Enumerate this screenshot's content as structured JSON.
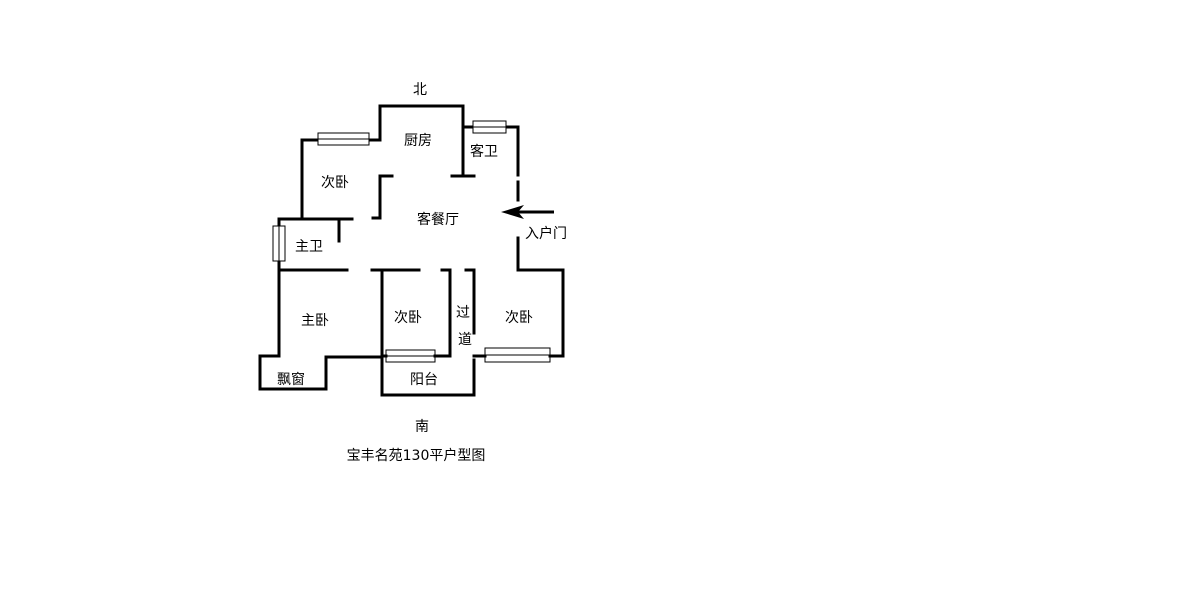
{
  "compass": {
    "north": "北",
    "south": "南"
  },
  "rooms": {
    "kitchen": "厨房",
    "guest_bath": "客卫",
    "bedroom_nw": "次卧",
    "living_dining": "客餐厅",
    "master_bath": "主卫",
    "master_bedroom": "主卧",
    "bay_window": "飘窗",
    "bedroom_south_mid": "次卧",
    "corridor_top": "过",
    "corridor_bottom": "道",
    "bedroom_se": "次卧",
    "balcony": "阳台"
  },
  "entrance_label": "入户门",
  "caption": "宝丰名苑130平户型图"
}
